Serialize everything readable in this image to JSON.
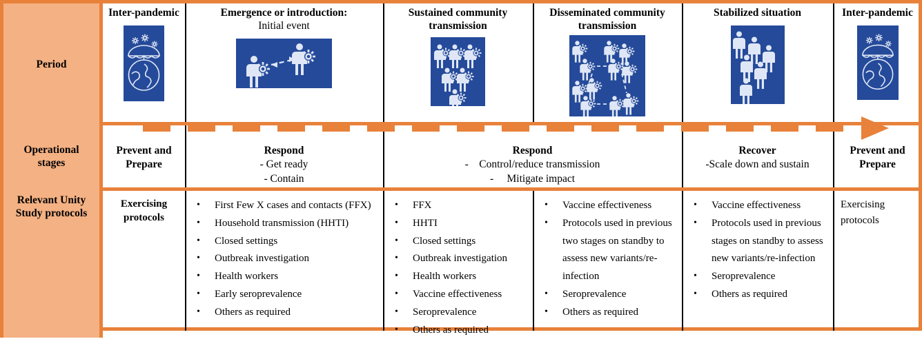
{
  "figure": {
    "accent_orange": "#E8813A",
    "header_fill": "#F4B183",
    "icon_blue": "#254A9A"
  },
  "row_headers": {
    "period": "Period",
    "operational_stages": "Operational stages",
    "protocols": "Relevant Unity Study protocols"
  },
  "periods": [
    {
      "title": "Inter-pandemic",
      "subtitle": "",
      "icon": "umbrella-globe-virus-icon"
    },
    {
      "title": "Emergence or introduction:",
      "subtitle": "Initial event",
      "icon": "two-people-transmission-icon"
    },
    {
      "title": "Sustained community transmission",
      "subtitle": "",
      "icon": "six-infected-people-icon"
    },
    {
      "title": "Disseminated community transmission",
      "subtitle": "",
      "icon": "network-infected-people-icon"
    },
    {
      "title": "Stabilized situation",
      "subtitle": "",
      "icon": "six-healthy-people-icon"
    },
    {
      "title": "Inter-pandemic",
      "subtitle": "",
      "icon": "umbrella-globe-virus-icon"
    }
  ],
  "operational_stages": [
    {
      "heading": "Prevent and Prepare",
      "details": []
    },
    {
      "heading": "Respond",
      "details": [
        "- Get ready",
        "- Contain"
      ]
    },
    {
      "heading": "Respond",
      "details": [
        "-    Control/reduce transmission",
        "-     Mitigate impact"
      ]
    },
    {
      "heading": "Recover",
      "details": [
        "-Scale down and sustain"
      ]
    },
    {
      "heading": "Prevent and Prepare",
      "details": []
    }
  ],
  "protocol_columns": [
    {
      "style": "plain",
      "text": "Exercising protocols",
      "items": []
    },
    {
      "style": "bulleted",
      "text": "",
      "items": [
        "First Few X cases and contacts (FFX)",
        "Household transmission (HHTI)",
        "Closed settings",
        "Outbreak investigation",
        "Health workers",
        "Early seroprevalence",
        "Others as required"
      ]
    },
    {
      "style": "bulleted",
      "text": "",
      "items": [
        "FFX",
        "HHTI",
        "Closed settings",
        "Outbreak investigation",
        "Health workers",
        "Vaccine effectiveness",
        "Seroprevalence",
        "Others as required"
      ]
    },
    {
      "style": "bulleted",
      "text": "",
      "items": [
        "Vaccine effectiveness",
        "Protocols used in previous two stages on standby to assess new variants/re-infection",
        "Seroprevalence",
        "Others as required"
      ]
    },
    {
      "style": "bulleted",
      "text": "",
      "items": [
        "Vaccine effectiveness",
        "Protocols used in previous stages on standby to assess new variants/re-infection",
        "Seroprevalence",
        "Others as required"
      ]
    },
    {
      "style": "plain",
      "text": "Exercising protocols",
      "items": []
    }
  ],
  "bullet_glyph": "•"
}
